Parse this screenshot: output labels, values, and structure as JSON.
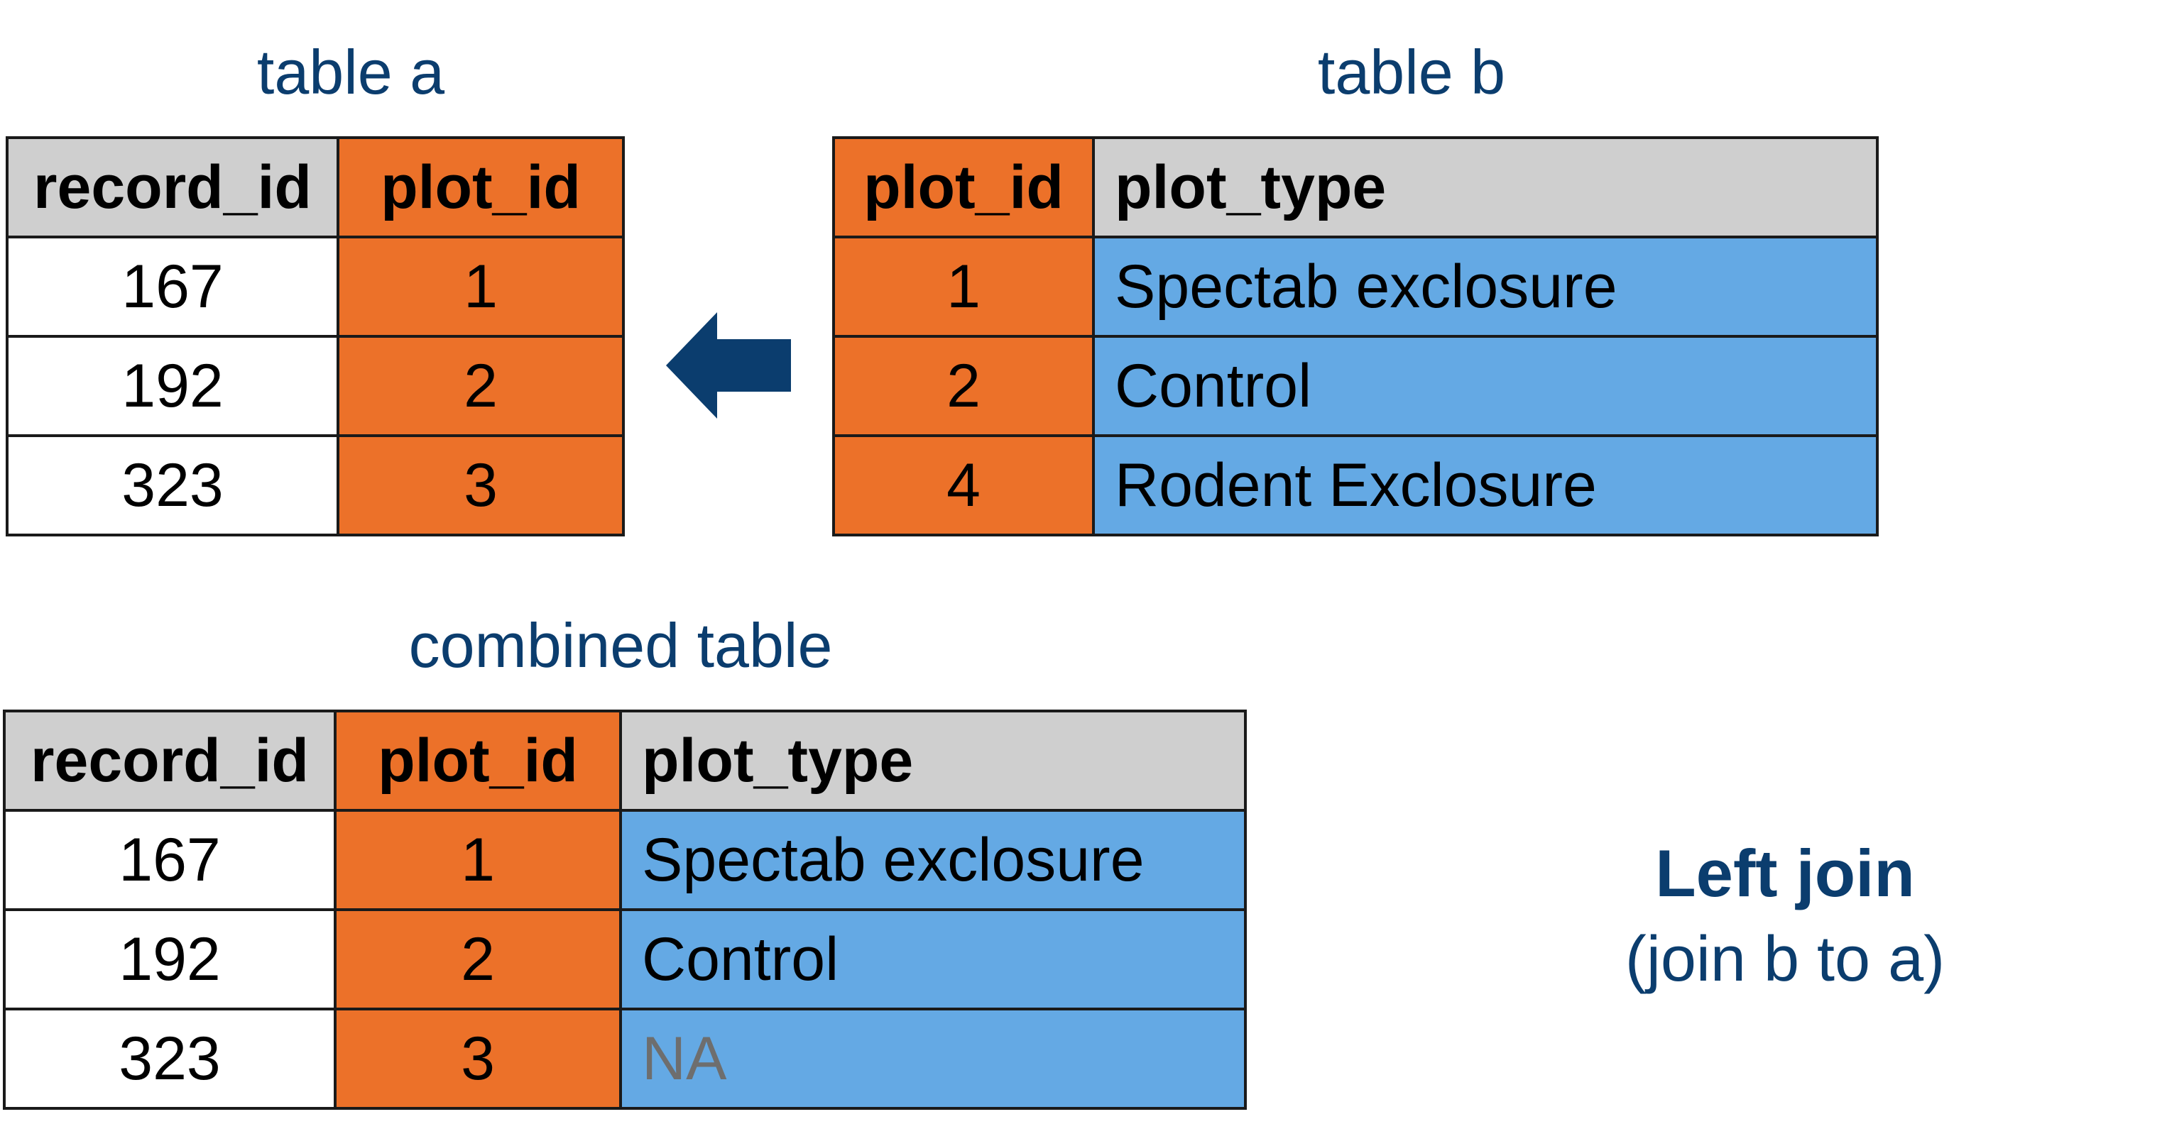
{
  "table_a": {
    "title": "table a",
    "headers": [
      "record_id",
      "plot_id"
    ],
    "rows": [
      [
        "167",
        "1"
      ],
      [
        "192",
        "2"
      ],
      [
        "323",
        "3"
      ]
    ]
  },
  "table_b": {
    "title": "table b",
    "headers": [
      "plot_id",
      "plot_type"
    ],
    "rows": [
      [
        "1",
        "Spectab exclosure"
      ],
      [
        "2",
        "Control"
      ],
      [
        "4",
        "Rodent Exclosure"
      ]
    ]
  },
  "combined": {
    "title": "combined table",
    "headers": [
      "record_id",
      "plot_id",
      "plot_type"
    ],
    "rows": [
      [
        "167",
        "1",
        "Spectab exclosure"
      ],
      [
        "192",
        "2",
        "Control"
      ],
      [
        "323",
        "3",
        "NA"
      ]
    ]
  },
  "arrow": {
    "icon": "left-arrow-icon",
    "color": "#0b3d6e"
  },
  "caption": {
    "title": "Left join",
    "subtitle": "(join b to a)"
  },
  "colors": {
    "title_text": "#0b3d6e",
    "key_column": "#ec7129",
    "value_column": "#64a9e4",
    "header": "#cfcfcf",
    "na_text": "#6e6e6e"
  }
}
